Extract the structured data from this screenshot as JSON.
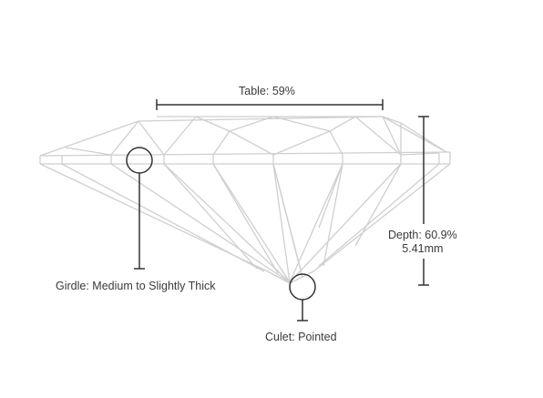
{
  "labels": {
    "table": "Table: 59%",
    "girdle": "Girdle: Medium to Slightly Thick",
    "culet": "Culet: Pointed",
    "depth_percent": "Depth: 60.9%",
    "depth_mm": "5.41mm"
  },
  "colors": {
    "facet_line": "#cfcfcf",
    "marker": "#333333",
    "text": "#3a3a3a"
  }
}
